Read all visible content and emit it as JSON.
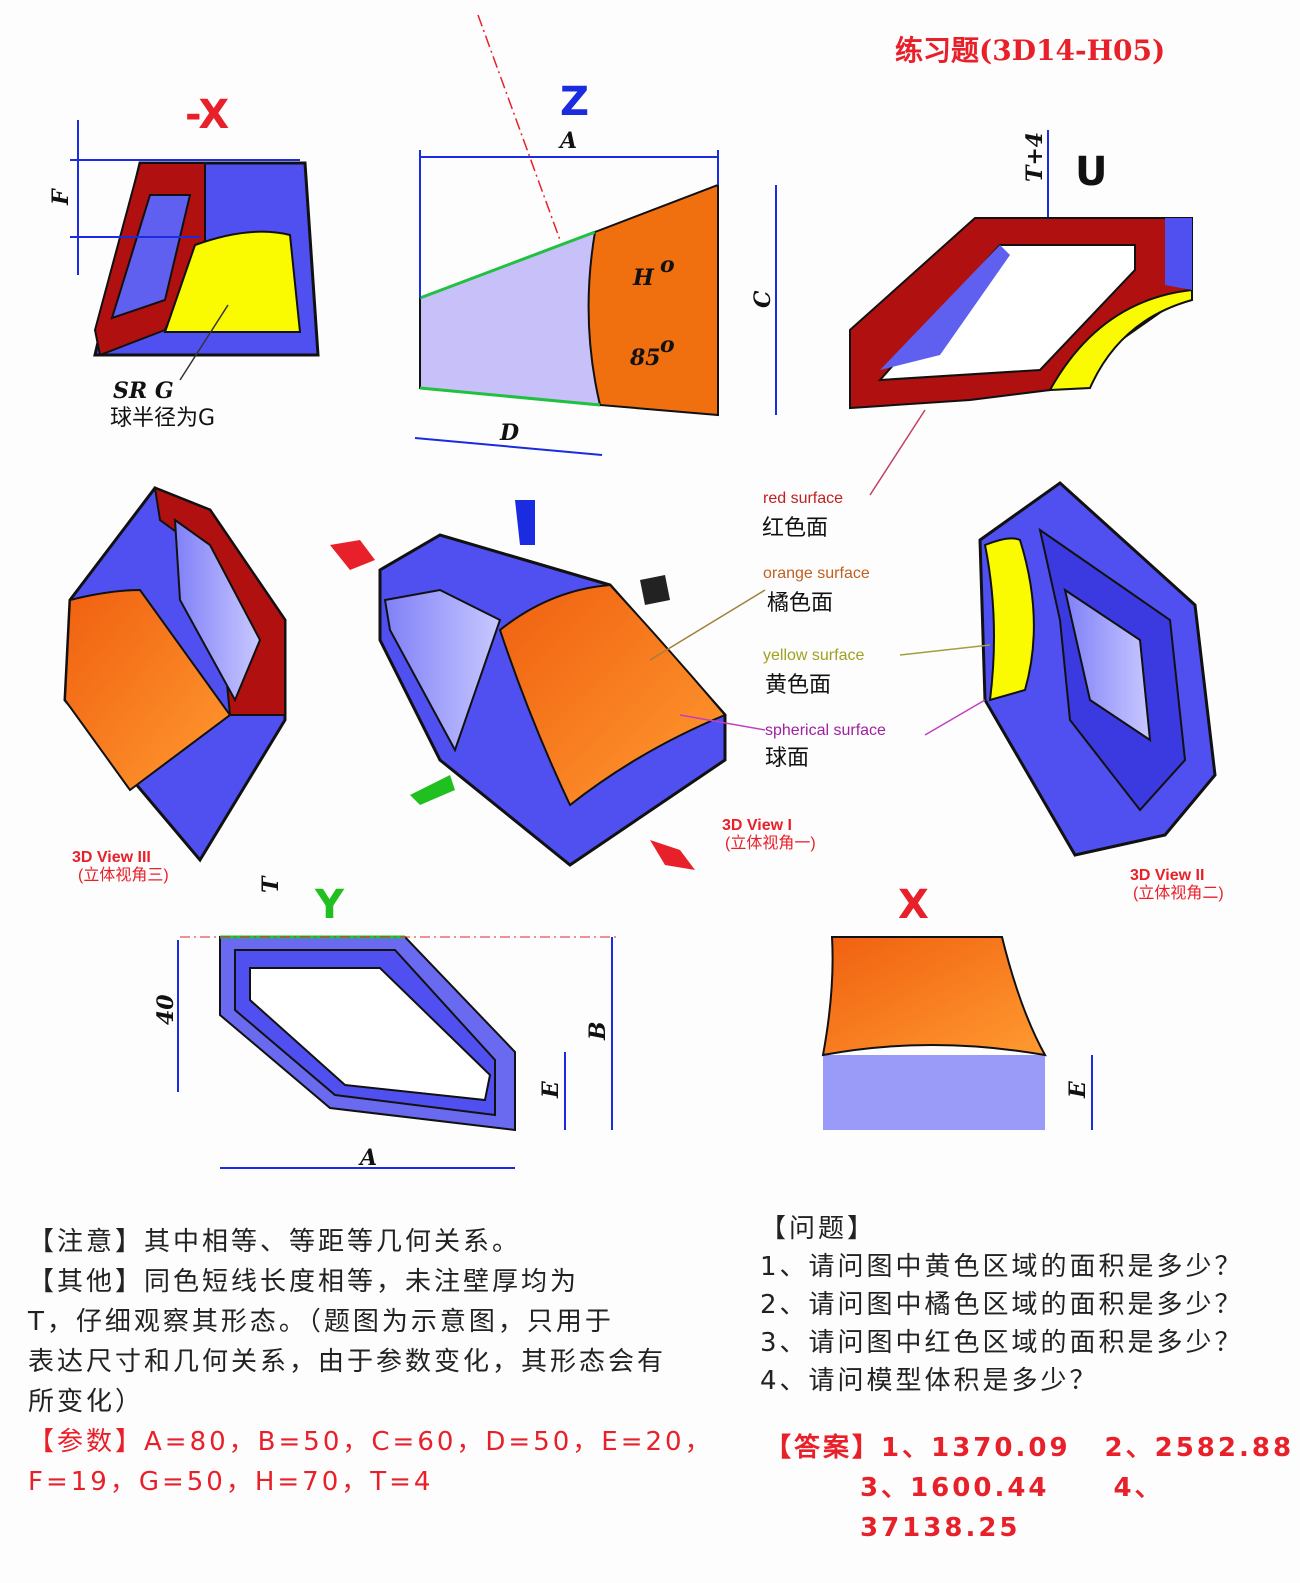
{
  "title": "练习题(3D14-H05)",
  "views": {
    "minus_x": "-X",
    "z": "Z",
    "u": "U",
    "y": "Y",
    "x": "X",
    "view1": "3D View I",
    "view1_cn": "(立体视角一)",
    "view2": "3D View II",
    "view2_cn": "(立体视角二)",
    "view3": "3D View III",
    "view3_cn": "(立体视角三)"
  },
  "dims": {
    "F": "F",
    "A": "A",
    "C": "C",
    "D": "D",
    "H": "H",
    "H_deg": "o",
    "angle": "85",
    "angle_deg": "o",
    "T4": "T+4",
    "T": "T",
    "forty": "40",
    "B": "B",
    "E": "E",
    "SRG": "SR G",
    "SRG_cn": "球半径为G"
  },
  "legend": [
    {
      "en": "red surface",
      "cn": "红色面"
    },
    {
      "en": "orange surface",
      "cn": "橘色面"
    },
    {
      "en": "yellow surface",
      "cn": "黄色面"
    },
    {
      "en": "spherical surface",
      "cn": "球面"
    }
  ],
  "notes": {
    "note_label": "【注意】",
    "note": "其中相等、等距等几何关系。",
    "other_label": "【其他】",
    "other_1": "同色短线长度相等，未注壁厚均为",
    "other_2": "T，仔细观察其形态。（题图为示意图，只用于",
    "other_3": "表达尺寸和几何关系，由于参数变化，其形态会有",
    "other_4": "所变化）",
    "params_label": "【参数】",
    "params_1": "A=80，B=50，C=60，D=50，E=20，",
    "params_2": "F=19，G=50，H=70，T=4"
  },
  "questions": {
    "label": "【问题】",
    "items": [
      "1、请问图中黄色区域的面积是多少？",
      "2、请问图中橘色区域的面积是多少？",
      "3、请问图中红色区域的面积是多少？",
      "4、请问模型体积是多少？"
    ]
  },
  "answers": {
    "label": "【答案】",
    "a1": "1、1370.09",
    "a2": "2、2582.88",
    "a3": "3、1600.44",
    "a4": "4、37138.25"
  },
  "colors": {
    "blue": "#5050f0",
    "lavender": "#c8c0f8",
    "orange": "#f07010",
    "yellow": "#fafa00",
    "red": "#b01010",
    "title": "#e8202a"
  }
}
